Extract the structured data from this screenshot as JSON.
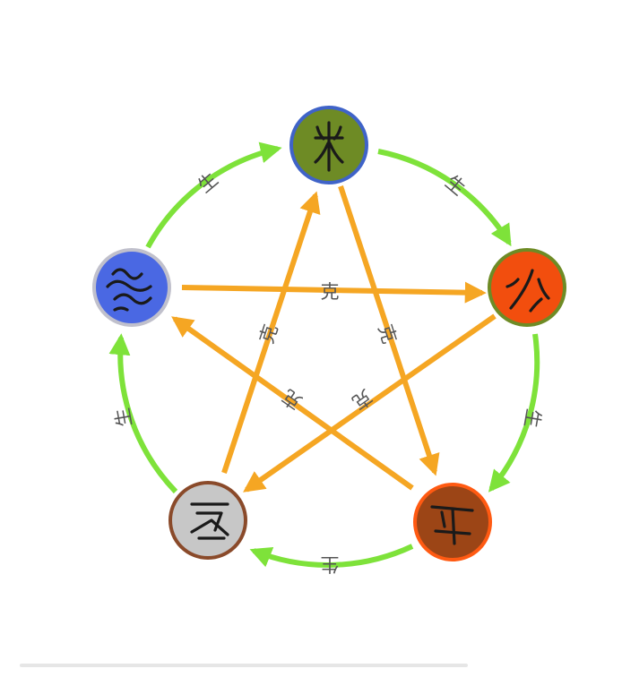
{
  "colors": {
    "generating": "#7ee23a",
    "overcoming": "#f5a623",
    "label": "#555555",
    "background": "#ffffff"
  },
  "nodes": [
    {
      "id": "wood",
      "glyph": "wood-seal-glyph",
      "fill": "#6e8b25",
      "ring": "#3f63c8"
    },
    {
      "id": "fire",
      "glyph": "fire-seal-glyph",
      "fill": "#f24e0e",
      "ring": "#6e8b25"
    },
    {
      "id": "earth",
      "glyph": "earth-seal-glyph",
      "fill": "#9c4516",
      "ring": "#ff5a12"
    },
    {
      "id": "metal",
      "glyph": "metal-seal-glyph",
      "fill": "#c7c7c7",
      "ring": "#8a4a2a"
    },
    {
      "id": "water",
      "glyph": "water-seal-glyph",
      "fill": "#4a68e3",
      "ring": "#c0c0cc"
    }
  ],
  "generating_cycle": {
    "label": "生",
    "edges": [
      [
        "wood",
        "fire"
      ],
      [
        "fire",
        "earth"
      ],
      [
        "earth",
        "metal"
      ],
      [
        "metal",
        "water"
      ],
      [
        "water",
        "wood"
      ]
    ]
  },
  "overcoming_cycle": {
    "label": "克",
    "edges": [
      [
        "wood",
        "earth"
      ],
      [
        "earth",
        "water"
      ],
      [
        "water",
        "fire"
      ],
      [
        "fire",
        "metal"
      ],
      [
        "metal",
        "wood"
      ]
    ]
  }
}
